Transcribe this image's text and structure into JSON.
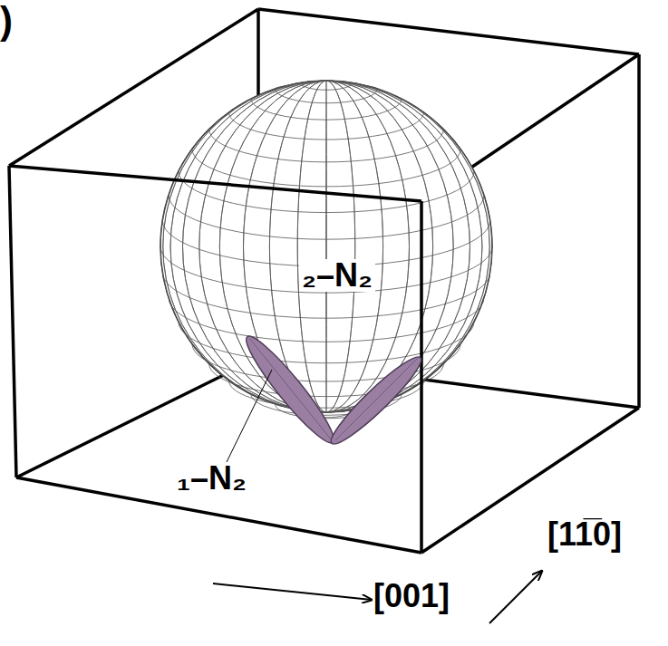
{
  "diagram": {
    "labels": [
      ")",
      "₂–N₂",
      "₁–N₂",
      "[11̅0]",
      "[001]"
    ]
  }
}
